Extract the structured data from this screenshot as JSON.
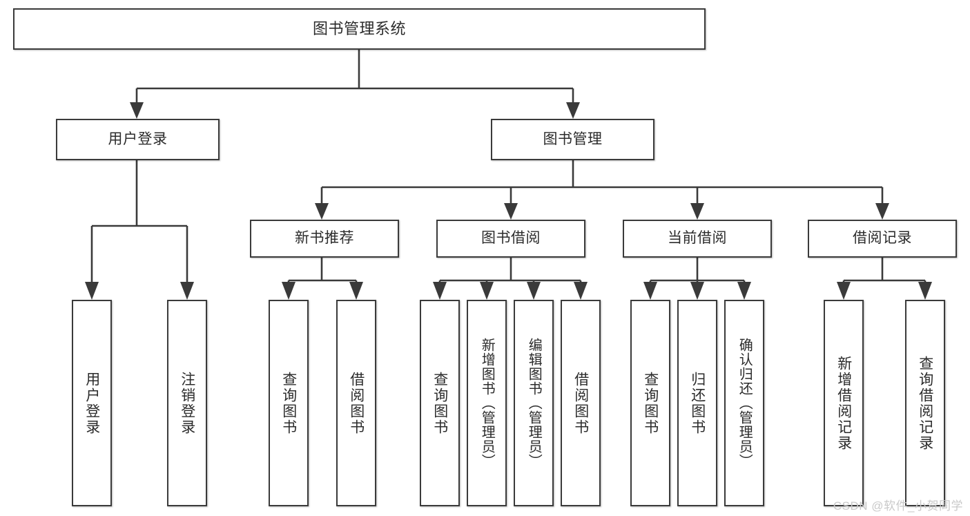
{
  "diagram": {
    "title": "图书管理系统",
    "type": "tree-hierarchy-diagram",
    "background_color": "#ffffff",
    "box_border_color": "#3a3a3a",
    "connector_color": "#3a3a3a",
    "text_color": "#2b2b2b"
  },
  "nodes": {
    "root": {
      "label": "图书管理系统"
    },
    "level2": [
      {
        "label": "用户登录"
      },
      {
        "label": "图书管理"
      }
    ],
    "level3": [
      {
        "label": "新书推荐"
      },
      {
        "label": "图书借阅"
      },
      {
        "label": "当前借阅"
      },
      {
        "label": "借阅记录"
      }
    ],
    "leaves": {
      "user_login": [
        {
          "label": "用户登录"
        },
        {
          "label": "注销登录"
        }
      ],
      "new_book_recommend": [
        {
          "label": "查询图书"
        },
        {
          "label": "借阅图书"
        }
      ],
      "book_borrow": [
        {
          "label": "查询图书"
        },
        {
          "label": "新增图书（管理员）"
        },
        {
          "label": "编辑图书（管理员）"
        },
        {
          "label": "借阅图书"
        }
      ],
      "current_borrow": [
        {
          "label": "查询图书"
        },
        {
          "label": "归还图书"
        },
        {
          "label": "确认归还（管理员）"
        }
      ],
      "borrow_record": [
        {
          "label": "新增借阅记录"
        },
        {
          "label": "查询借阅记录"
        }
      ]
    }
  },
  "watermark": {
    "text": "CSDN @软件_小贺同学"
  }
}
